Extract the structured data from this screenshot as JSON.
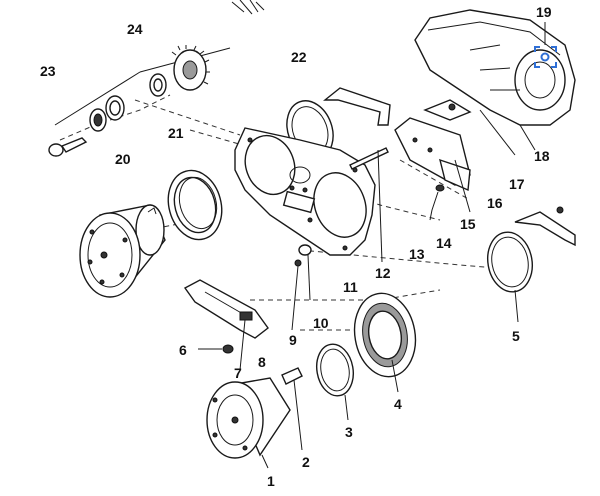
{
  "labels": {
    "l1": "1",
    "l2": "2",
    "l3": "3",
    "l4": "4",
    "l5": "5",
    "l6": "6",
    "l7": "7",
    "l8": "8",
    "l9": "9",
    "l10": "10",
    "l11": "11",
    "l12": "12",
    "l13": "13",
    "l14": "14",
    "l15": "15",
    "l16": "16",
    "l17": "17",
    "l18": "18",
    "l19": "19",
    "l20": "20",
    "l21": "21",
    "l22": "22",
    "l23": "23",
    "l24": "24"
  },
  "colors": {
    "line": "#1a1a1a",
    "selection": "#2f6fd6"
  }
}
